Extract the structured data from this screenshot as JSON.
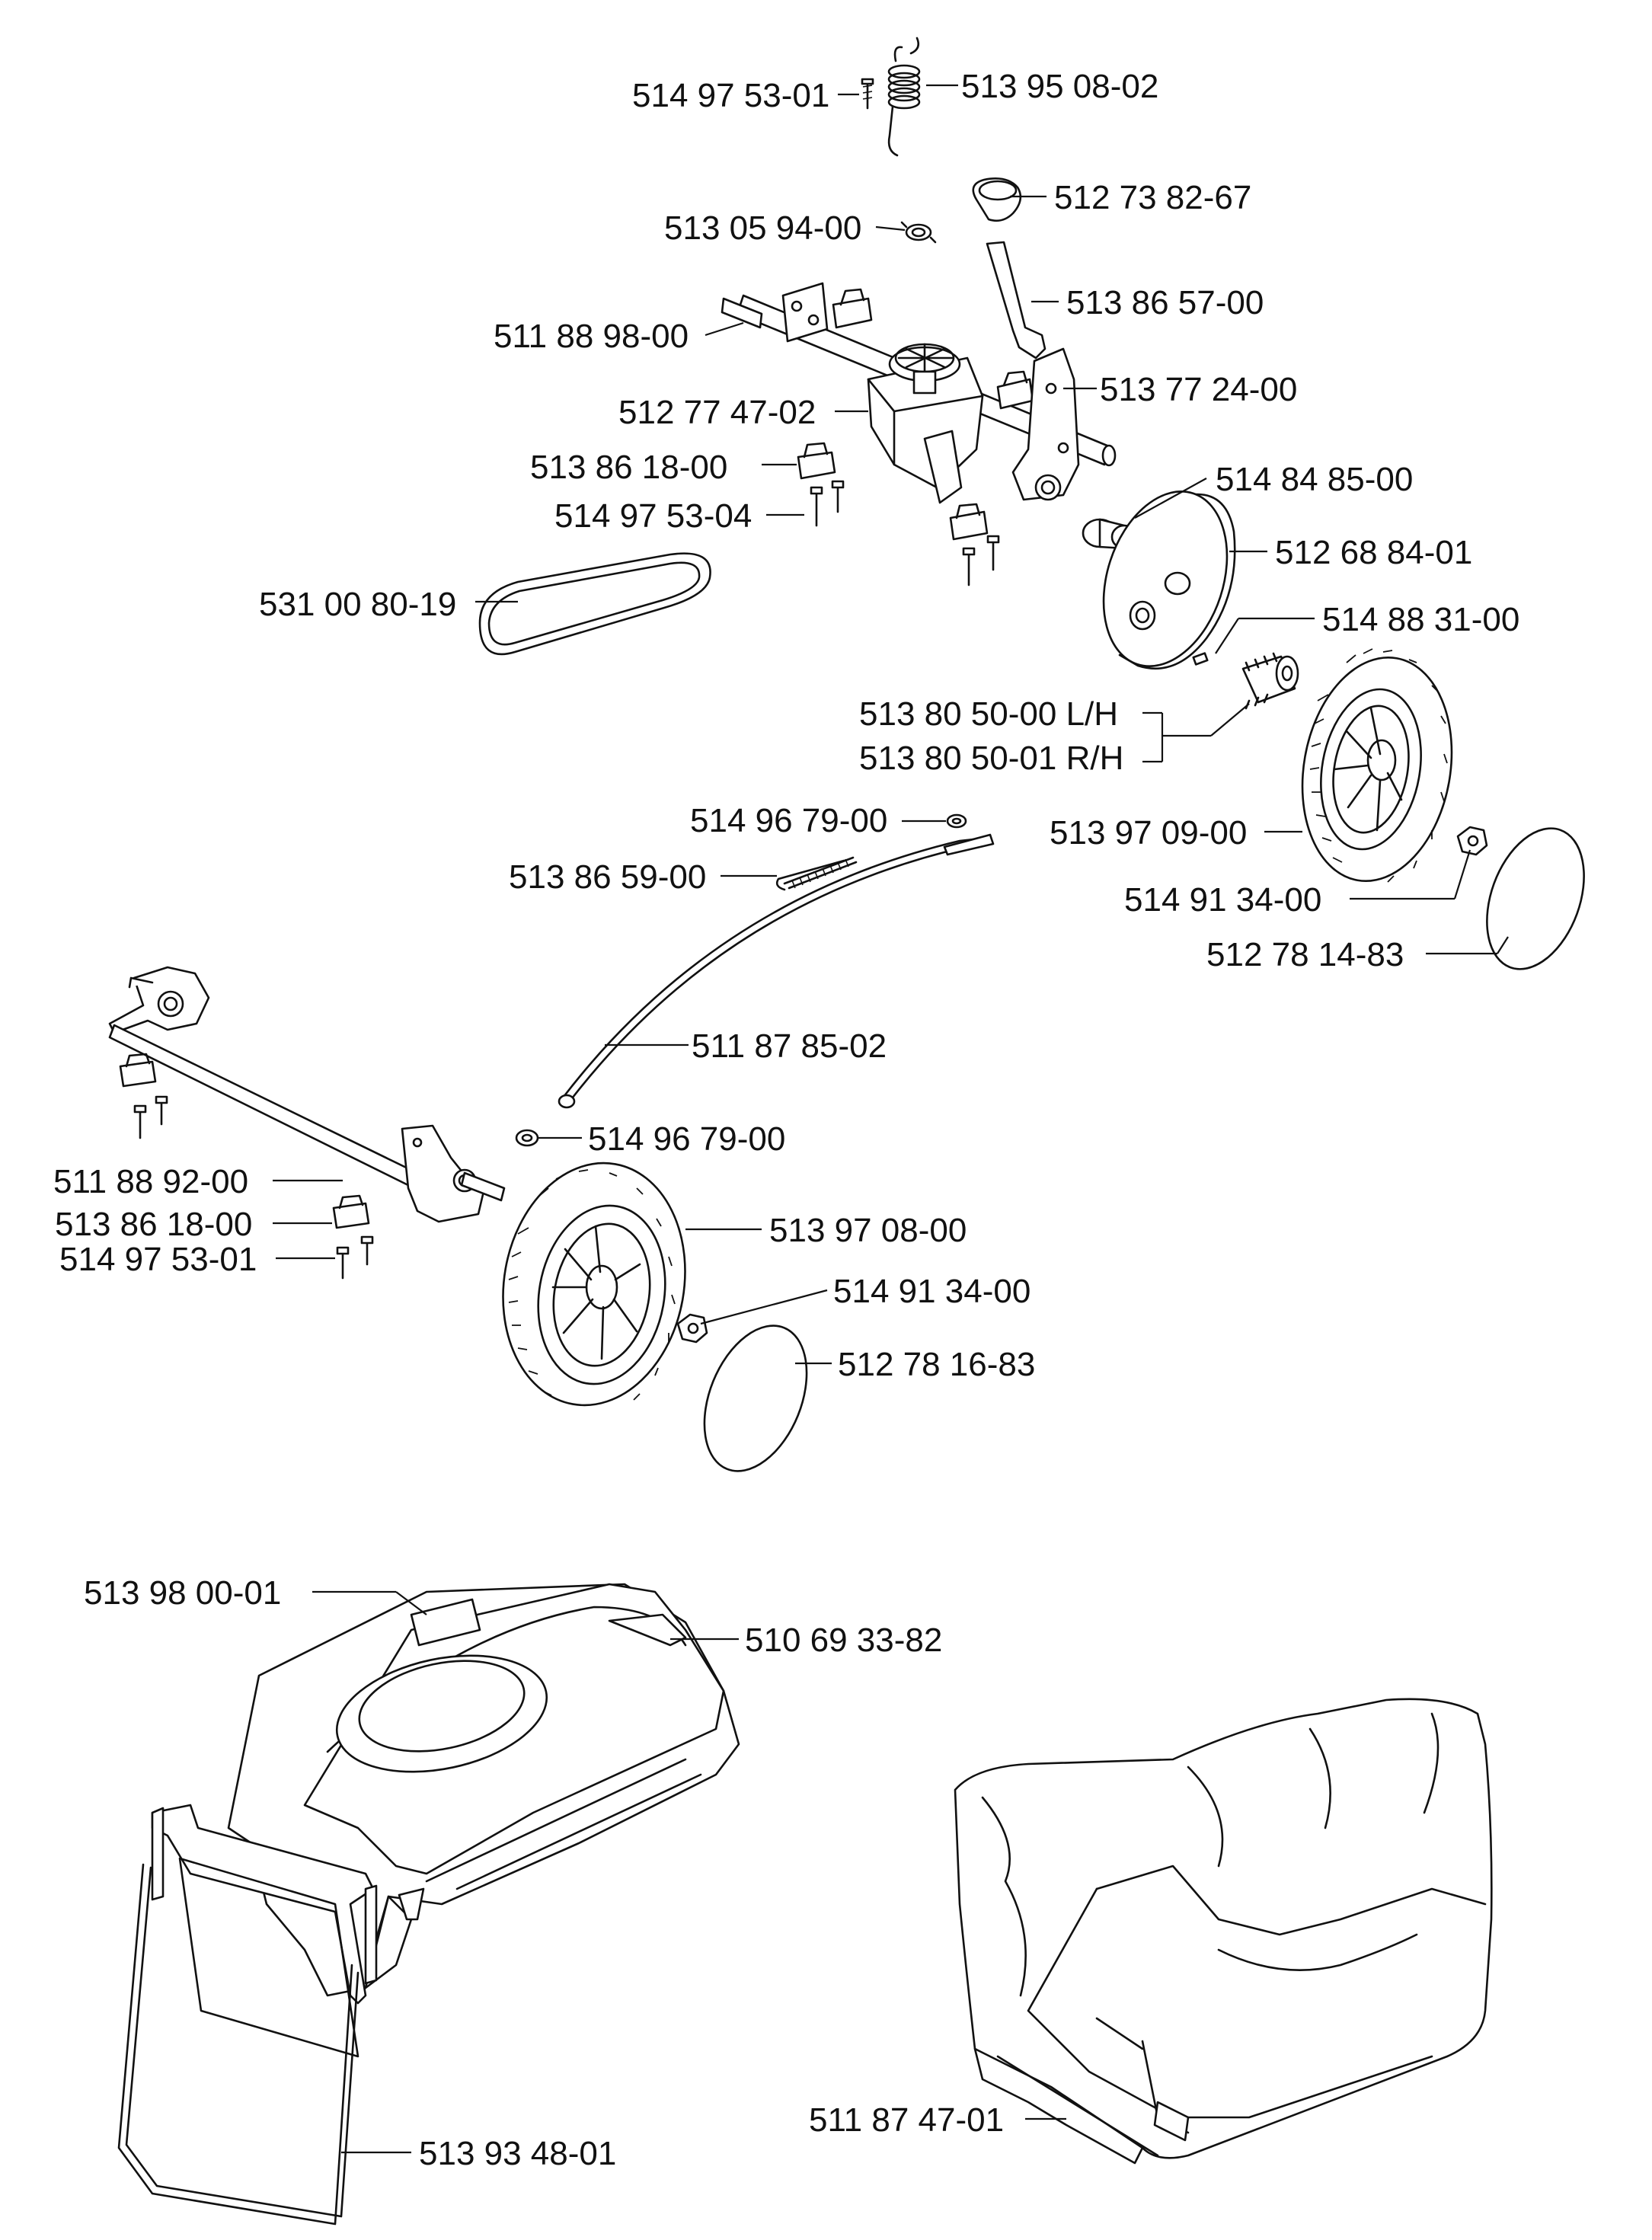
{
  "parts": [
    {
      "id": "p01",
      "number": "514 97 53-01"
    },
    {
      "id": "p02",
      "number": "513 95 08-02"
    },
    {
      "id": "p03",
      "number": "512 73 82-67"
    },
    {
      "id": "p04",
      "number": "513 05 94-00"
    },
    {
      "id": "p05",
      "number": "513 86 57-00"
    },
    {
      "id": "p06",
      "number": "511 88 98-00"
    },
    {
      "id": "p07",
      "number": "513 77 24-00"
    },
    {
      "id": "p08",
      "number": "512 77 47-02"
    },
    {
      "id": "p09",
      "number": "513 86 18-00"
    },
    {
      "id": "p10",
      "number": "514 84 85-00"
    },
    {
      "id": "p11",
      "number": "514 97 53-04"
    },
    {
      "id": "p12",
      "number": "512 68 84-01"
    },
    {
      "id": "p13",
      "number": "531 00 80-19"
    },
    {
      "id": "p14",
      "number": "514 88 31-00"
    },
    {
      "id": "p15",
      "number": "513 80 50-00 L/H"
    },
    {
      "id": "p16",
      "number": "513 80 50-01 R/H"
    },
    {
      "id": "p17",
      "number": "514 96 79-00"
    },
    {
      "id": "p18",
      "number": "513 97 09-00"
    },
    {
      "id": "p19",
      "number": "513 86 59-00"
    },
    {
      "id": "p20",
      "number": "514 91 34-00"
    },
    {
      "id": "p21",
      "number": "512 78 14-83"
    },
    {
      "id": "p22",
      "number": "511 87 85-02"
    },
    {
      "id": "p23",
      "number": "514 96 79-00"
    },
    {
      "id": "p24",
      "number": "511 88 92-00"
    },
    {
      "id": "p25",
      "number": "513 86 18-00"
    },
    {
      "id": "p26",
      "number": "513 97  08-00"
    },
    {
      "id": "p27",
      "number": "514 97 53-01"
    },
    {
      "id": "p28",
      "number": "514 91 34-00"
    },
    {
      "id": "p29",
      "number": "512 78 16-83"
    },
    {
      "id": "p30",
      "number": "513 98 00-01"
    },
    {
      "id": "p31",
      "number": "510 69 33-82"
    },
    {
      "id": "p32",
      "number": "511 87 47-01"
    },
    {
      "id": "p33",
      "number": "513 93 48-01"
    }
  ]
}
